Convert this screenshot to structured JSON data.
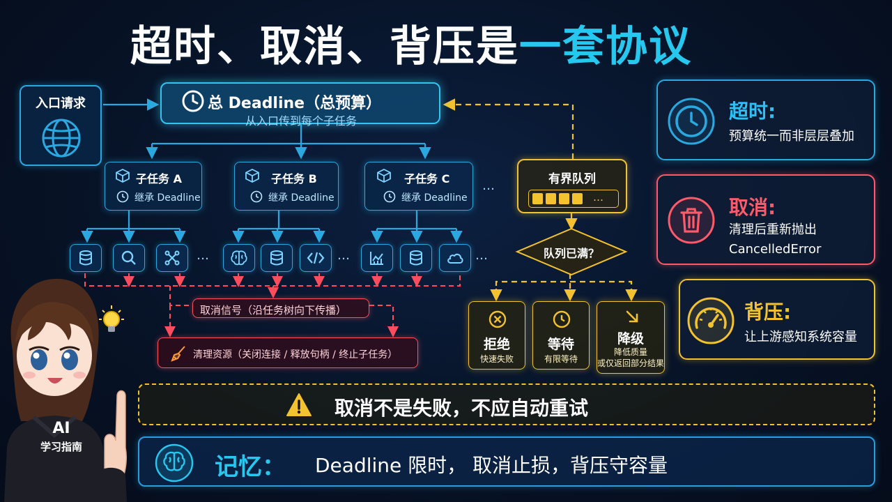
{
  "title": {
    "main": "超时、取消、背压是",
    "accent": "一套协议"
  },
  "entry": {
    "label": "入口请求",
    "icon": "globe-icon"
  },
  "deadline": {
    "title": "总 Deadline（总预算）",
    "subtitle": "从入口传到每个子任务",
    "icon": "clock-icon"
  },
  "subtasks": [
    {
      "title": "子任务 A",
      "inherit": "继承 Deadline"
    },
    {
      "title": "子任务 B",
      "inherit": "继承 Deadline"
    },
    {
      "title": "子任务 C",
      "inherit": "继承 Deadline"
    }
  ],
  "ellipsis": "…",
  "tool_icons": [
    "database-icon",
    "search-icon",
    "network-icon",
    "brain-icon",
    "database-icon",
    "code-icon",
    "chart-icon",
    "database-icon",
    "cloud-icon"
  ],
  "cancel_signal": "取消信号（沿任务树向下传播）",
  "cleanup": "清理资源（关闭连接 / 释放句柄 / 终止子任务）",
  "queue": {
    "title": "有界队列",
    "ellipsis": "…",
    "slots_filled": 4
  },
  "queue_full": "队列已满？",
  "options": [
    {
      "title": "拒绝",
      "sub": "快速失败",
      "icon": "x-circle-icon"
    },
    {
      "title": "等待",
      "sub": "有限等待",
      "icon": "clock-icon"
    },
    {
      "title": "降级",
      "sub": "降低质量\n或仅返回部分结果",
      "icon": "arrow-down-right-icon"
    }
  ],
  "cards": [
    {
      "title": "超时:",
      "desc": "预算统一而非层层叠加",
      "color": "#2aa8e0",
      "icon": "clock-icon"
    },
    {
      "title": "取消:",
      "desc": "清理后重新抛出\nCancelledError",
      "color": "#ff5a6a",
      "icon": "trash-icon"
    },
    {
      "title": "背压:",
      "desc": "让上游感知系统容量",
      "color": "#f2c230",
      "icon": "gauge-icon"
    }
  ],
  "warning": "取消不是失败，不应自动重试",
  "memory": {
    "title": "记忆：",
    "text": "Deadline 限时， 取消止损，背压守容量"
  },
  "mascot": {
    "line1": "AI",
    "line2": "学习指南"
  },
  "colors": {
    "blue": "#2aa8e0",
    "red": "#ff4d5e",
    "yellow": "#f2c230",
    "cyan": "#27c8f0"
  }
}
